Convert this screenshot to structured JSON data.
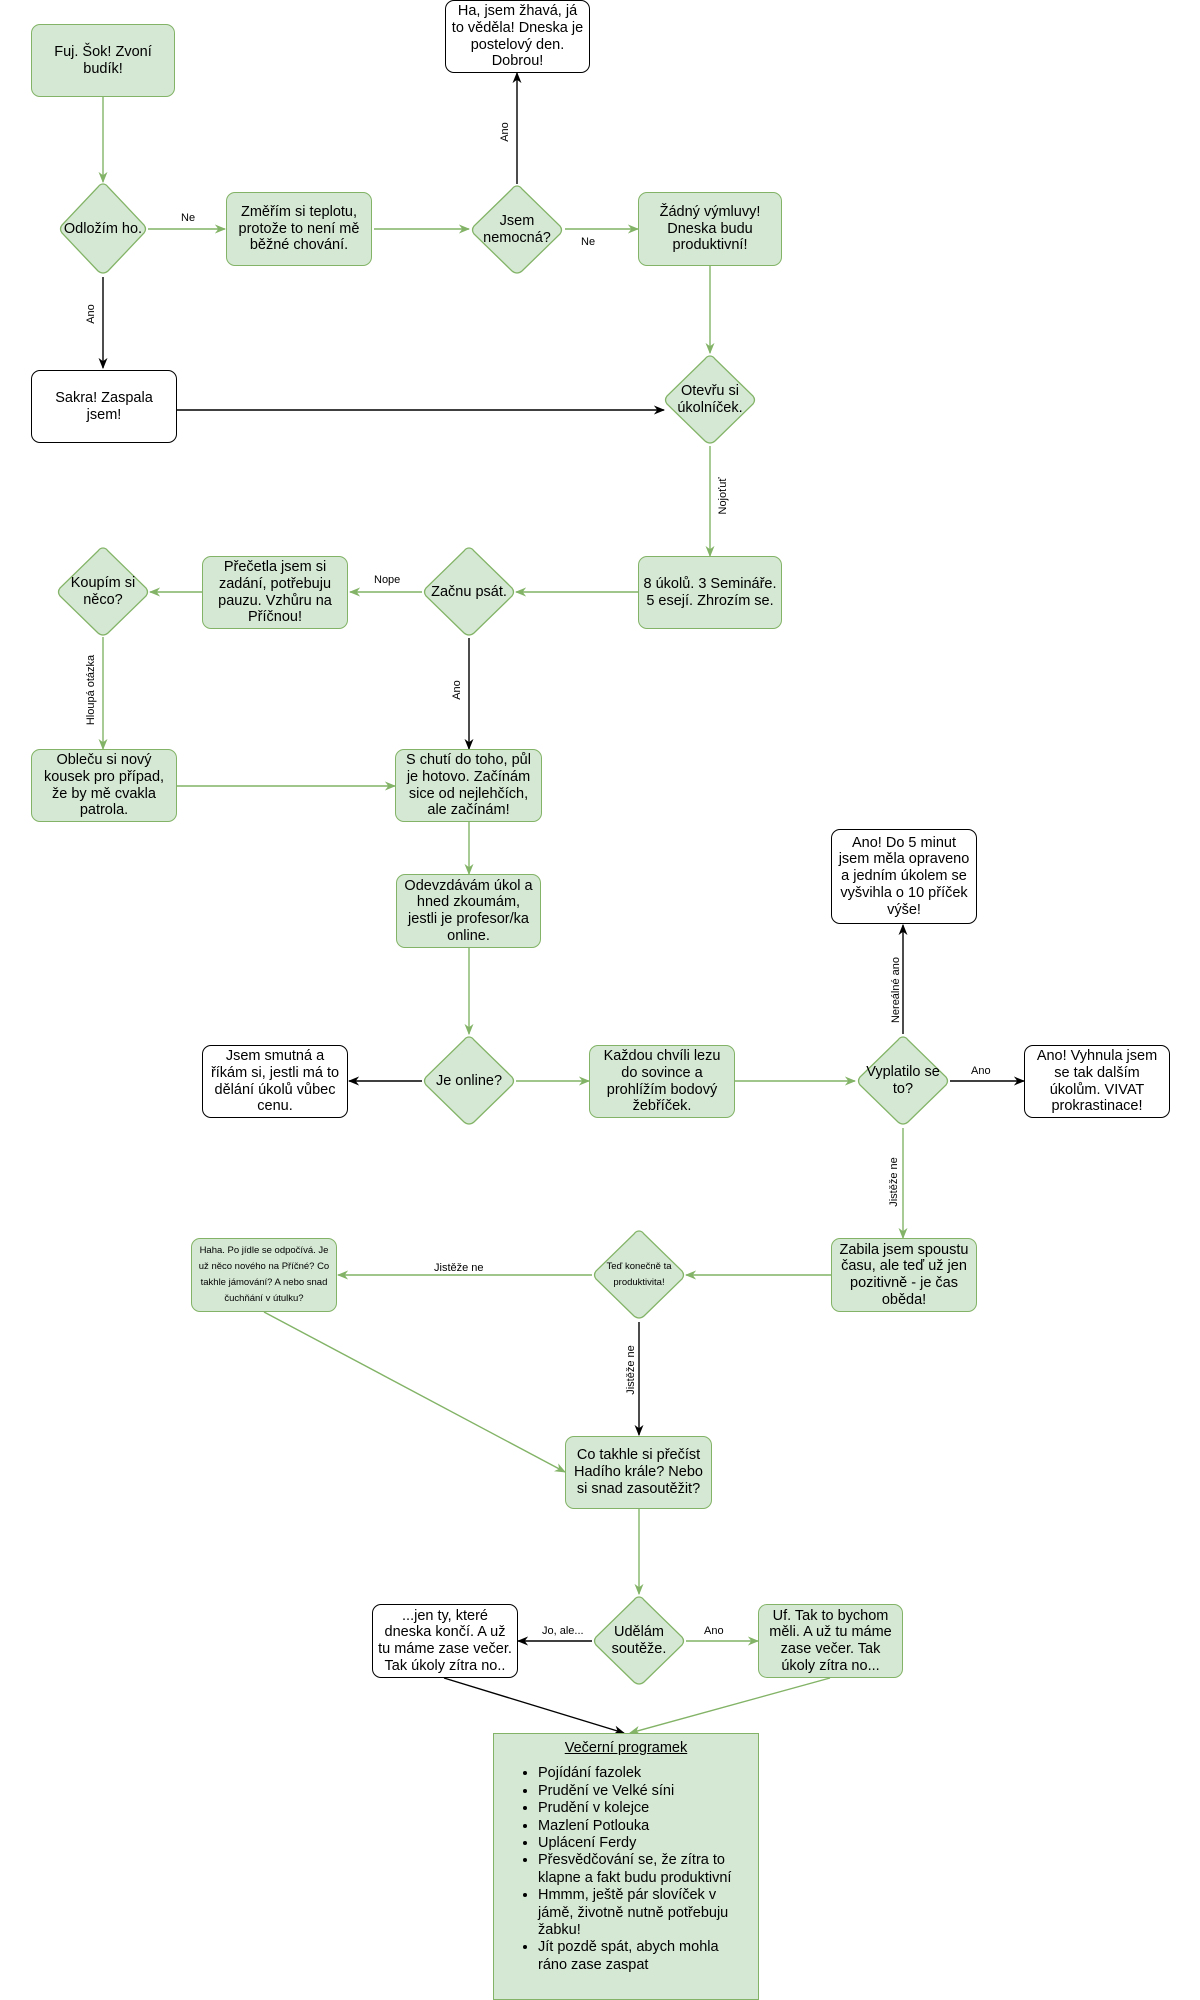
{
  "nodes": {
    "fuj": "Fuj. Šok! Zvoní budík!",
    "odlozim": "Odložím ho.",
    "zmerim": "Změřím si teplotu, protože to není mě běžné chování.",
    "nemocna": "Jsem nemocná?",
    "zhava": "Ha, jsem žhavá, já to věděla! Dneska je postelový den. Dobrou!",
    "zadny": "Žádný výmluvy! Dneska budu produktivní!",
    "sakra": "Sakra! Zaspala jsem!",
    "otevru": "Otevřu si úkolníček.",
    "ukolu": "8 úkolů. 3 Semináře. 5 esejí. Zhrozím se.",
    "zacnu": "Začnu psát.",
    "precetla": "Přečetla jsem si zadání, potřebuju pauzu. Vzhůru na Příčnou!",
    "koupim": "Koupím si něco?",
    "oblecu": "Obleču si nový kousek pro případ, že by mě cvakla patrola.",
    "schuti": "S chutí do toho, půl je hotovo. Začínám sice od nejlehčích, ale začínám!",
    "odevzdavam": "Odevzdávám úkol a hned zkoumám, jestli je profesor/ka online.",
    "online": "Je online?",
    "smutna": "Jsem smutná a říkám si, jestli má to dělání úkolů vůbec cenu.",
    "kazdou": "Každou chvíli lezu do sovince a prohlížím bodový žebříček.",
    "vyplatilo": "Vyplatilo se to?",
    "anodo5": "Ano! Do 5 minut jsem měla opraveno a jedním úkolem se vyšvihla o 10 příček výše!",
    "vyhnula": "Ano! Vyhnula jsem se tak dalším úkolům. VIVAT prokrastinace!",
    "zabila": "Zabila jsem spoustu času, ale teď už jen pozitivně - je čas oběda!",
    "konecne": "Teď konečně ta produktivita!",
    "haha": "Haha. Po jídle se odpočívá. Je už něco nového na Příčné? Co takhle jámování? A nebo snad čuchňání v útulku?",
    "hadi": "Co takhle si přečíst Hadího krále? Nebo si snad zasoutěžit?",
    "udelam": "Udělám soutěže.",
    "jentyy": "...jen ty, které dneska končí. A už tu máme zase večer. Tak úkoly zítra no..",
    "uf": "Uf. Tak to bychom měli. A už tu máme zase večer. Tak úkoly zítra no..."
  },
  "edges": {
    "ne1": "Ne",
    "ano1": "Ano",
    "ano2": "Ano",
    "ne2": "Ne",
    "nojo": "Nojoťuť",
    "nope": "Nope",
    "hloupa": "Hloupá otázka",
    "ano3": "Ano",
    "nerealne": "Nereálné ano",
    "ano4": "Ano",
    "jisteze1": "Jistěže ne",
    "jisteze2": "Jistěže ne",
    "jisteze3": "Jistěže ne",
    "joale": "Jo, ale...",
    "ano5": "Ano"
  },
  "program": {
    "title": "Večerní programek",
    "items": [
      "Pojídání fazolek",
      "Prudění ve Velké síni",
      "Prudění v kolejce",
      "Mazlení Potlouka",
      "Uplácení Ferdy",
      "Přesvědčování se, že zítra to klapne a fakt budu produktivní",
      "Hmmm, ještě pár slovíček v jámě, životně nutně potřebuju žabku!",
      "Jít pozdě spát, abych mohla ráno zase zaspat"
    ]
  },
  "colors": {
    "fill": "#d5e8d4",
    "stroke": "#82b366",
    "black": "#000000"
  }
}
